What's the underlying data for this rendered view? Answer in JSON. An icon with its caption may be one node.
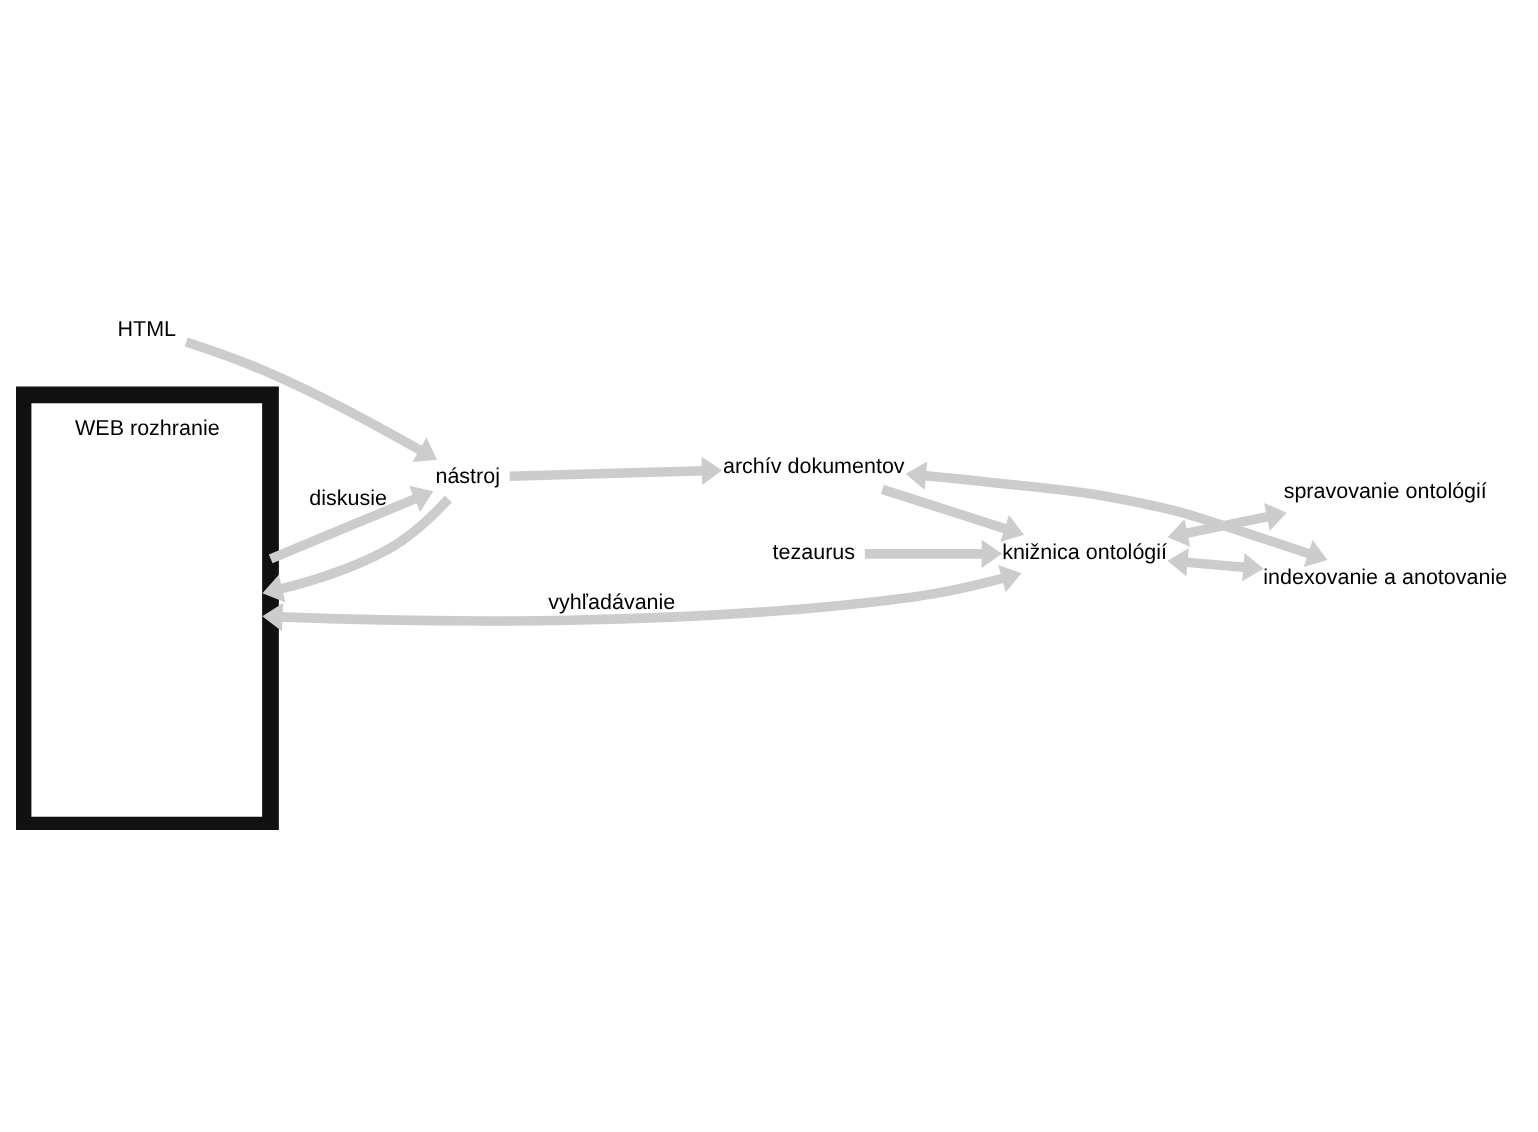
{
  "diagram": {
    "nodes": [
      {
        "text": [
          "WEB rozhranie"
        ]
      },
      {
        "text": [
          "nástroj"
        ]
      },
      {
        "text": [
          "HTML"
        ]
      },
      {
        "text": [
          "archív dokumentov"
        ]
      },
      {
        "text": [
          "indexovanie a anotovanie"
        ]
      },
      {
        "text": [
          "knižnica ontológií"
        ]
      },
      {
        "text": [
          "spravovanie ontológií"
        ]
      },
      {
        "text": [
          "tezaurus"
        ]
      }
    ],
    "edges": [
      {
        "from": 0,
        "to": 1,
        "arrow": "to",
        "label": "diskusie"
      },
      {
        "from": 1,
        "to": 0,
        "arrow": "to"
      },
      {
        "from": 2,
        "to": 1,
        "arrow": "to"
      },
      {
        "from": 1,
        "to": 3,
        "arrow": "to"
      },
      {
        "from": 3,
        "to": 4,
        "arrow": "both"
      },
      {
        "from": 3,
        "to": 5,
        "arrow": "to"
      },
      {
        "from": 5,
        "to": 4,
        "arrow": "both"
      },
      {
        "from": 0,
        "to": 5,
        "arrow": "both",
        "label": "vyhľadávanie"
      },
      {
        "from": 5,
        "to": 6,
        "arrow": "both"
      },
      {
        "from": 7,
        "to": 5,
        "arrow": "to"
      }
    ]
  }
}
